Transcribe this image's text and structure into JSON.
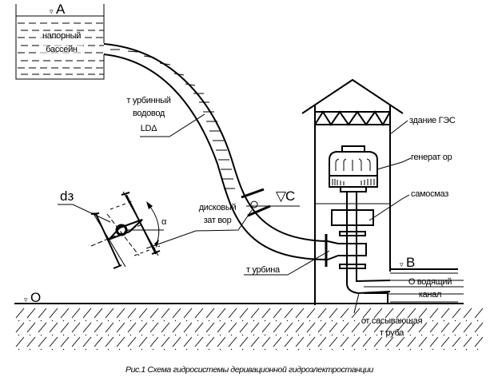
{
  "levels": {
    "A": {
      "mark": "▿",
      "label": "A"
    },
    "B": {
      "mark": "▿",
      "label": "B"
    },
    "C": {
      "mark": "▽",
      "label": "C"
    },
    "O": {
      "mark": "▿",
      "label": "O"
    }
  },
  "reservoir": {
    "line1": "напорный",
    "line2": "бассейн"
  },
  "penstock": {
    "line1": "т урбинный",
    "line2": "водовод",
    "line3": "LDΔ"
  },
  "valve": {
    "line1": "дисковый",
    "line2": "зат вор"
  },
  "valve_detail": {
    "diameter_label": "dз",
    "angle_label": "α"
  },
  "building": {
    "label": "здание ГЭС"
  },
  "generator": {
    "label": "генерат ор"
  },
  "coupling": {
    "label": "самосмаз"
  },
  "turbine": {
    "label": "т урбина"
  },
  "tailrace": {
    "line1": "О водящий",
    "line2": "канал"
  },
  "draft_tube": {
    "line1": "от сасывающая",
    "line2": "т руба"
  },
  "caption": "Рис.1 Схема гидросистемы деривационной гидроэлектростанции"
}
